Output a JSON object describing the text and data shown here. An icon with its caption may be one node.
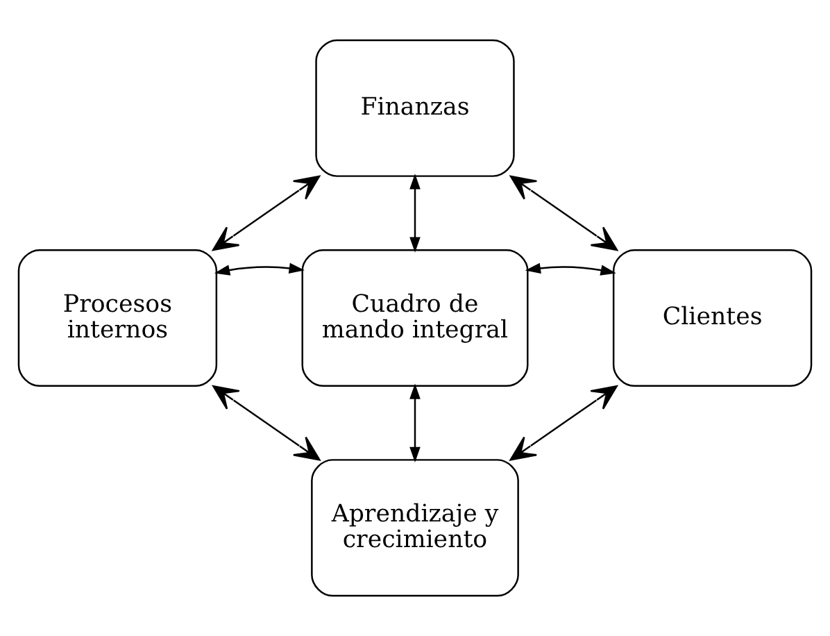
{
  "diagram": {
    "nodes": [
      {
        "text": [
          "Finanzas"
        ]
      },
      {
        "text": [
          "Procesos internos"
        ]
      },
      {
        "text": [
          "Cuadro de mando integral"
        ]
      },
      {
        "text": [
          "Clientes"
        ]
      },
      {
        "text": [
          "Aprendizaje y crecimiento"
        ]
      }
    ],
    "edges": [
      {
        "from": 2,
        "to": 0,
        "arrow": "both"
      },
      {
        "from": 2,
        "to": 1,
        "arrow": "both"
      },
      {
        "from": 2,
        "to": 3,
        "arrow": "both"
      },
      {
        "from": 2,
        "to": 4,
        "arrow": "both"
      },
      {
        "from": 0,
        "to": 1,
        "arrow": "both"
      },
      {
        "from": 0,
        "to": 3,
        "arrow": "both"
      },
      {
        "from": 1,
        "to": 4,
        "arrow": "both"
      },
      {
        "from": 3,
        "to": 4,
        "arrow": "both"
      }
    ]
  }
}
